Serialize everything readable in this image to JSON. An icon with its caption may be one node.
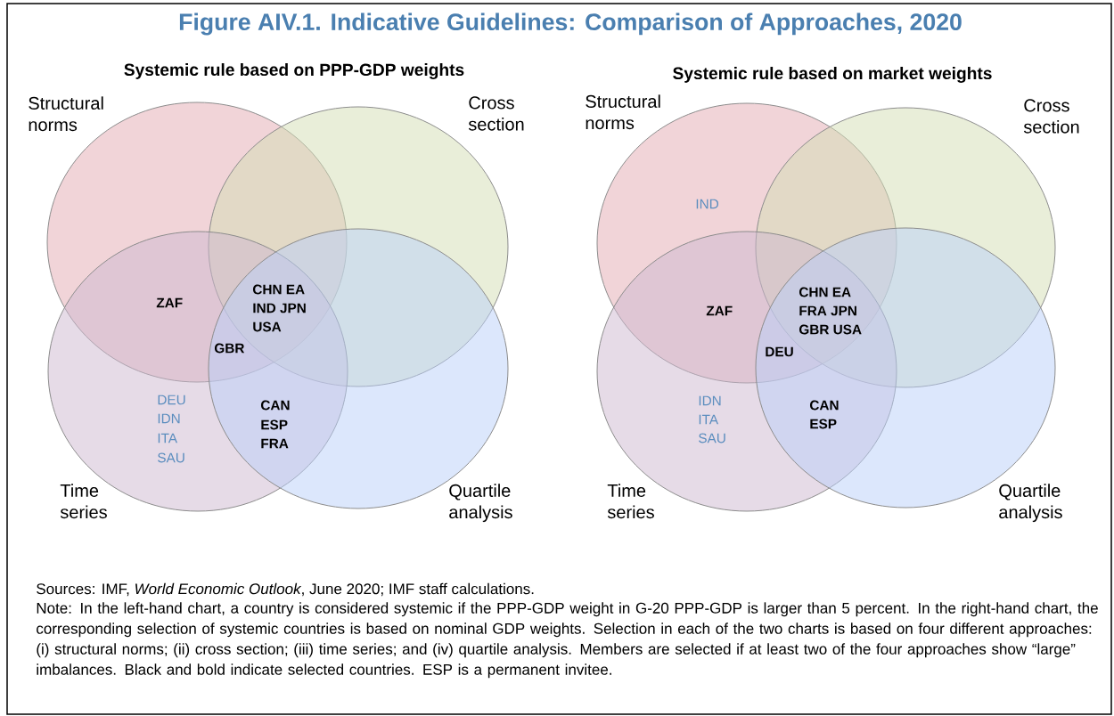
{
  "diagram": {
    "title": "Figure AIV.1. Indicative Guidelines: Comparison of Approaches, 2020",
    "caption": "Sources: IMF, *World Economic Outlook*, June 2020; IMF staff calculations.",
    "nodes": [
      {
        "text": [
          "Structural norms"
        ]
      },
      {
        "text": [
          "Cross section"
        ]
      },
      {
        "text": [
          "Time series"
        ]
      },
      {
        "text": [
          "Quartile analysis"
        ]
      },
      {
        "text": [
          "Structural norms"
        ]
      },
      {
        "text": [
          "Cross section"
        ]
      },
      {
        "text": [
          "Time series"
        ]
      },
      {
        "text": [
          "Quartile analysis"
        ]
      }
    ],
    "labels": [
      "Systemic rule based on PPP-GDP weights",
      "ZAF",
      "CHN EA",
      "IND JPN",
      "USA",
      "GBR",
      "DEU",
      "IDN",
      "ITA",
      "SAU",
      "CAN",
      "ESP",
      "FRA",
      "Systemic rule based on market weights",
      "IND",
      "ZAF",
      "CHN EA",
      "FRA JPN",
      "GBR USA",
      "DEU",
      "IDN",
      "ITA",
      "SAU",
      "CAN",
      "ESP",
      "Note: In the left-hand chart, a country is considered systemic if the PPP-GDP weight in G-20 PPP-GDP is larger than 5 percent. In the right-hand chart, the corresponding selection of systemic countries is based on nominal GDP weights. Selection in each of the two charts is based on four different approaches: (i) structural norms; (ii) cross section; (iii) time series; and (iv) quartile analysis. Members are selected if at least two of the four approaches show “large” imbalances. Black and bold indicate selected countries. ESP is a permanent invitee."
    ]
  }
}
